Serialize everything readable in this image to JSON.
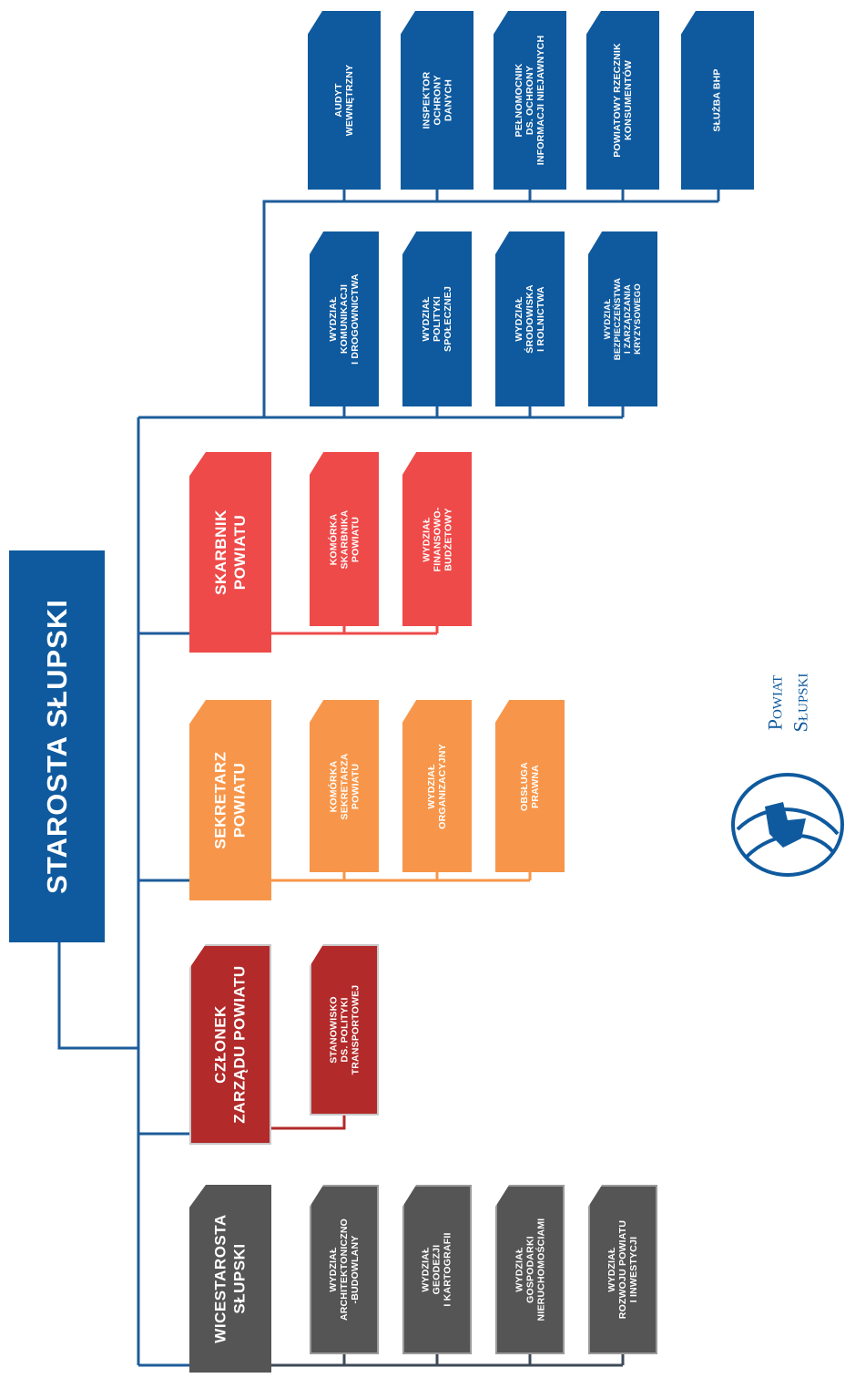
{
  "root": {
    "label": "STAROSTA SŁUPSKI"
  },
  "branches": [
    {
      "head": "WICESTAROSTA\nSŁUPSKI",
      "color": "#555555",
      "units": [
        "WYDZIAŁ\nARCHITEKTONICZNO\n-BUDOWLANY",
        "WYDZIAŁ\nGEODEZJI\nI KARTOGRAFII",
        "WYDZIAŁ\nGOSPODARKI\nNIERUCHOMOŚCIAMI",
        "WYDZIAŁ\nROZWOJU POWIATU\nI INWESTYCJI"
      ]
    },
    {
      "head": "CZŁONEK\nZARZĄDU POWIATU",
      "color": "#b22a2a",
      "units": [
        "STANOWISKO\nDS. POLITYKI\nTRANSPORTOWEJ"
      ]
    },
    {
      "head": "SEKRETARZ\nPOWIATU",
      "color": "#f7964a",
      "units": [
        "KOMÓRKA\nSEKRETARZA\nPOWIATU",
        "WYDZIAŁ\nORGANIZACYJNY",
        "OBSŁUGA\nPRAWNA"
      ]
    },
    {
      "head": "SKARBNIK\nPOWIATU",
      "color": "#ee4a49",
      "units": [
        "KOMÓRKA\nSKARBNIKA\nPOWIATU",
        "WYDZIAŁ\nFINANSOWO-\nBUDŻETOWY"
      ]
    }
  ],
  "departments": [
    "WYDZIAŁ\nKOMUNIKACJI\nI DROGOWNICTWA",
    "WYDZIAŁ\nPOLITYKI\nSPOŁECZNEJ",
    "WYDZIAŁ\nŚRODOWISKA\nI ROLNICTWA",
    "WYDZIAŁ\nBEZPIECZEŃSTWA\nI ZARZĄDZANIA\nKRYZYSOWEGO"
  ],
  "independent_posts": [
    "AUDYT\nWEWNĘTRZNY",
    "INSPEKTOR\nOCHRONY\nDANYCH",
    "PEŁNOMOCNIK\nDS. OCHRONY\nINFORMACJI NIEJAWNYCH",
    "POWIATOWY RZECZNIK\nKONSUMENTÓW",
    "SŁUŻBA BHP"
  ],
  "logo": {
    "line1": "Powiat",
    "line2": "Słupski",
    "icon": "powiat-slupski-emblem-icon"
  },
  "colors": {
    "navy": "#0f5a9e",
    "line": "#1d5c9a",
    "gray": "#555555",
    "darkred": "#b22a2a",
    "orange": "#f7964a",
    "red": "#ee4a49"
  }
}
